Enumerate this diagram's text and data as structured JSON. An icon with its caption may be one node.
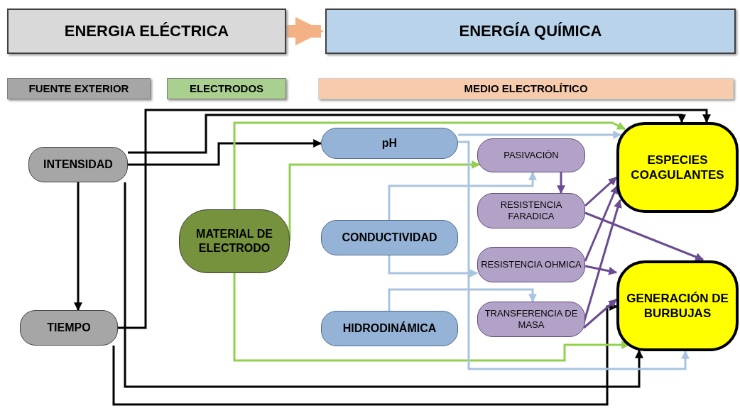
{
  "diagram": {
    "nodes": [
      {
        "text": [
          "ENERGIA ELÉCTRICA"
        ]
      },
      {
        "text": [
          "ENERGÍA QUÍMICA"
        ]
      },
      {
        "text": [
          "FUENTE EXTERIOR"
        ]
      },
      {
        "text": [
          "ELECTRODOS"
        ]
      },
      {
        "text": [
          "MEDIO ELECTROLÍTICO"
        ]
      },
      {
        "text": [
          "INTENSIDAD"
        ]
      },
      {
        "text": [
          "TIEMPO"
        ]
      },
      {
        "text": [
          "MATERIAL DE ELECTRODO"
        ]
      },
      {
        "text": [
          "pH"
        ]
      },
      {
        "text": [
          "CONDUCTIVIDAD"
        ]
      },
      {
        "text": [
          "HIDRODINÁMICA"
        ]
      },
      {
        "text": [
          "PASIVACIÓN"
        ]
      },
      {
        "text": [
          "RESISTENCIA FARADICA"
        ]
      },
      {
        "text": [
          "RESISTENCIA OHMICA"
        ]
      },
      {
        "text": [
          "TRANSFERENCIA DE MASA"
        ]
      },
      {
        "text": [
          "ESPECIES COAGULANTES"
        ]
      },
      {
        "text": [
          "GENERACIÓN DE BURBUJAS"
        ]
      }
    ],
    "edges": [
      {
        "from": 0,
        "to": 1,
        "arrow": "to",
        "style": "thick",
        "color": "#f4b183"
      },
      {
        "from": 5,
        "to": 15,
        "arrow": "to",
        "color": "#000000"
      },
      {
        "from": 5,
        "to": 8,
        "arrow": "to",
        "color": "#000000"
      },
      {
        "from": 5,
        "to": 6,
        "arrow": "to",
        "color": "#000000"
      },
      {
        "from": 5,
        "to": 16,
        "arrow": "to",
        "color": "#000000"
      },
      {
        "from": 6,
        "to": 15,
        "arrow": "to",
        "color": "#000000"
      },
      {
        "from": 6,
        "to": 16,
        "arrow": "to",
        "color": "#000000"
      },
      {
        "from": 7,
        "to": 15,
        "arrow": "to",
        "color": "#92d050"
      },
      {
        "from": 7,
        "to": 11,
        "arrow": "to",
        "color": "#92d050"
      },
      {
        "from": 7,
        "to": 16,
        "arrow": "to",
        "color": "#92d050"
      },
      {
        "from": 8,
        "to": 15,
        "arrow": "to",
        "color": "#a9c4e0"
      },
      {
        "from": 8,
        "to": 16,
        "arrow": "to",
        "color": "#a9c4e0"
      },
      {
        "from": 9,
        "to": 11,
        "arrow": "to",
        "color": "#a9c4e0"
      },
      {
        "from": 9,
        "to": 13,
        "arrow": "to",
        "color": "#a9c4e0"
      },
      {
        "from": 10,
        "to": 14,
        "arrow": "to",
        "color": "#a9c4e0"
      },
      {
        "from": 11,
        "to": 12,
        "arrow": "to"
      },
      {
        "from": 12,
        "to": 15,
        "arrow": "to"
      },
      {
        "from": 12,
        "to": 16,
        "arrow": "to"
      },
      {
        "from": 13,
        "to": 15,
        "arrow": "to"
      },
      {
        "from": 13,
        "to": 16,
        "arrow": "to"
      },
      {
        "from": 14,
        "to": 15,
        "arrow": "to"
      },
      {
        "from": 14,
        "to": 16,
        "arrow": "to"
      }
    ]
  }
}
